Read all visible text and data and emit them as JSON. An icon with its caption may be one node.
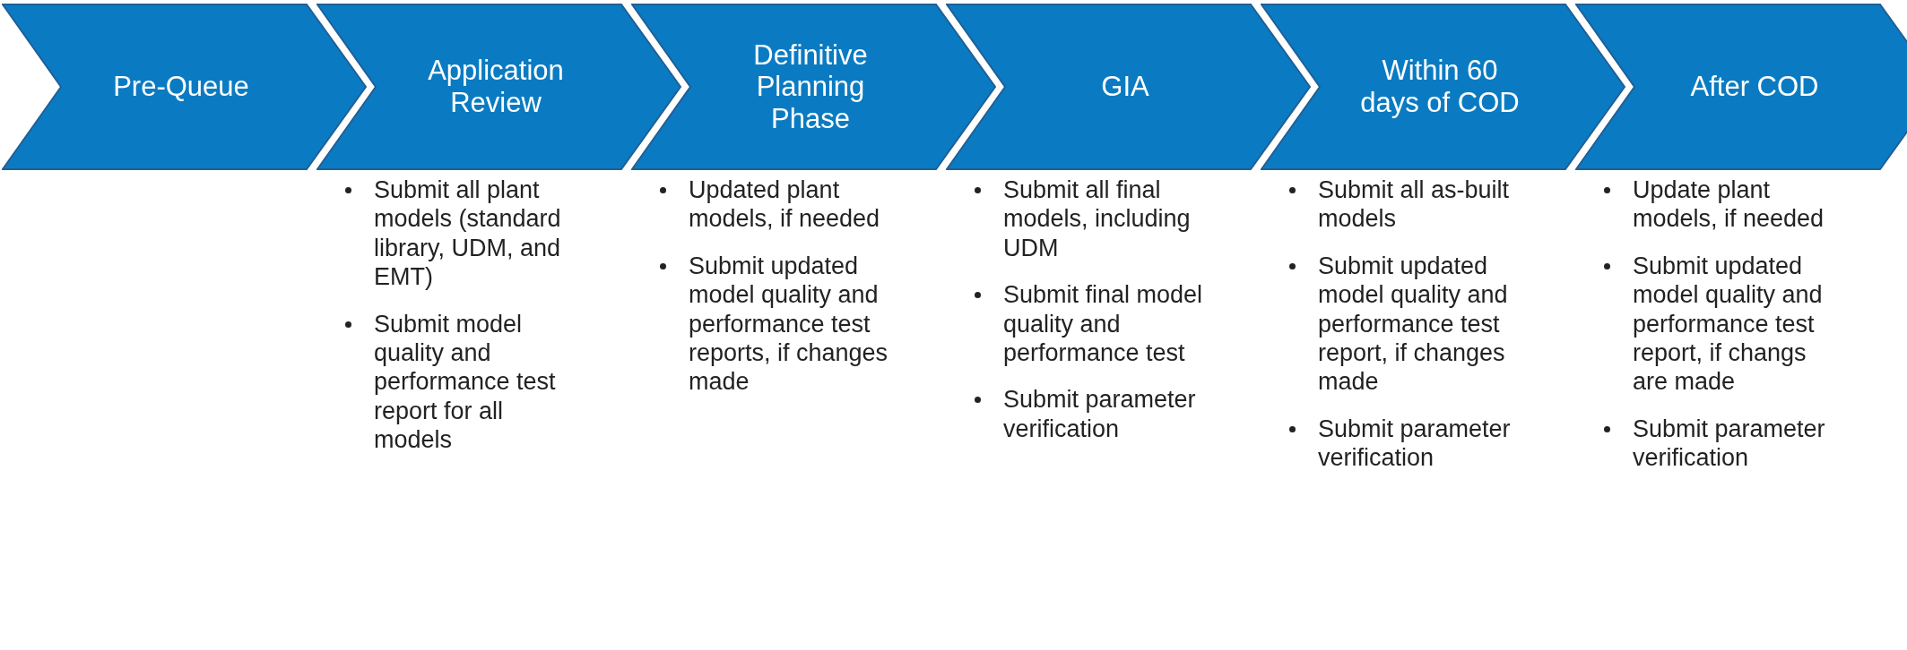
{
  "diagram": {
    "nodes": [
      {
        "text": [
          "Pre-Queue"
        ]
      },
      {
        "text": [
          "Application Review"
        ],
        "beside": [
          "Submit all plant models (standard library, UDM, and EMT)",
          "Submit model quality and performance test report for all models"
        ]
      },
      {
        "text": [
          "Definitive Planning Phase"
        ],
        "beside": [
          "Updated plant models, if needed",
          "Submit updated model quality and performance test reports, if changes made"
        ]
      },
      {
        "text": [
          "GIA"
        ],
        "beside": [
          "Submit all final models, including UDM",
          "Submit final model quality and performance test",
          "Submit parameter verification"
        ]
      },
      {
        "text": [
          "Within 60 days of COD"
        ],
        "beside": [
          "Submit all as-built models",
          "Submit updated model quality and performance test report, if changes made",
          "Submit parameter verification"
        ]
      },
      {
        "text": [
          "After COD"
        ],
        "beside": [
          "Update plant models, if needed",
          "Submit updated model quality and performance test report, if changs are made",
          "Submit parameter verification"
        ]
      }
    ],
    "edges": []
  }
}
